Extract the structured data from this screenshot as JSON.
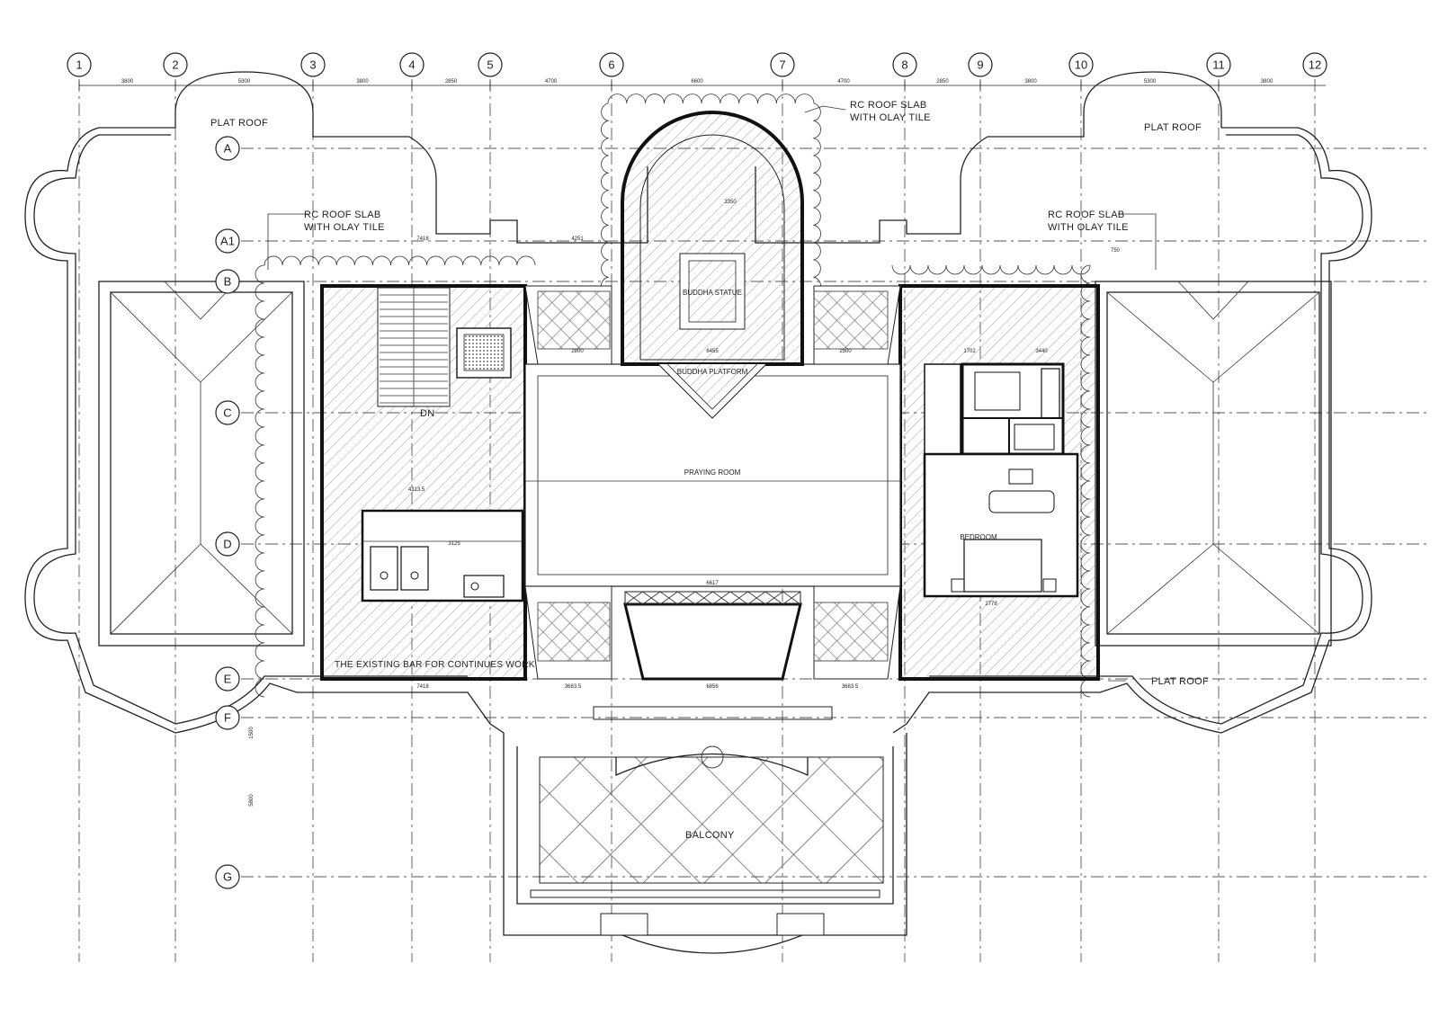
{
  "grid": {
    "columns": [
      "1",
      "2",
      "3",
      "4",
      "5",
      "6",
      "7",
      "8",
      "9",
      "10",
      "11",
      "12"
    ],
    "rows": [
      "A",
      "A1",
      "B",
      "C",
      "D",
      "E",
      "F",
      "G"
    ]
  },
  "top_dimensions": [
    "3800",
    "5300",
    "3800",
    "2850",
    "4700",
    "6600",
    "4700",
    "2850",
    "3800",
    "5300",
    "3800"
  ],
  "labels": {
    "plat_roof_left": "PLAT ROOF",
    "plat_roof_right": "PLAT ROOF",
    "plat_roof_bottom": "PLAT ROOF",
    "roof_slab_top_line1": "RC ROOF SLAB",
    "roof_slab_top_line2": "WITH OLAY TILE",
    "roof_slab_left_line1": "RC ROOF SLAB",
    "roof_slab_left_line2": "WITH OLAY TILE",
    "roof_slab_right_line1": "RC ROOF SLAB",
    "roof_slab_right_line2": "WITH OLAY TILE",
    "buddha_statue": "BUDDHA STATUE",
    "buddha_platform": "BUDDHA PLATFORM",
    "praying_room": "PRAYING ROOM",
    "bedroom": "BEDROOM",
    "dn": "DN",
    "existing_bar": "THE EXISTING BAR FOR CONTINUES WORK",
    "balcony": "BALCONY"
  },
  "room_dimensions": {
    "d1": "4251",
    "d2": "7418",
    "d3": "3350",
    "d4": "6455",
    "d5": "2800",
    "d6": "2500",
    "d7": "6617",
    "d8": "6856",
    "d9": "7418",
    "d10": "3683.5",
    "d11": "750",
    "d12": "3125",
    "d13": "4313.5",
    "d14": "2778",
    "d15": "3440",
    "d16": "1702",
    "d17": "3683.5",
    "d18": "1500",
    "d19": "5800"
  }
}
